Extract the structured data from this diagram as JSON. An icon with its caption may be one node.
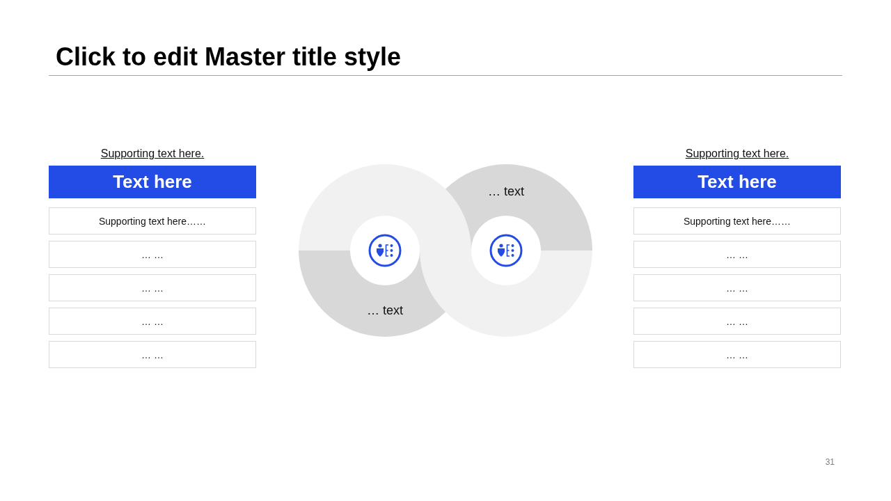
{
  "diagram": {
    "title": "Click to edit Master title style",
    "nodes": [
      {
        "text": [
          "Text here"
        ],
        "beside": [
          "Supporting text here."
        ]
      },
      {
        "text": [
          "Supporting text here……"
        ]
      },
      {
        "text": [
          "… …"
        ]
      },
      {
        "text": [
          "… …"
        ]
      },
      {
        "text": [
          "… …"
        ]
      },
      {
        "text": [
          "… …"
        ]
      },
      {
        "text": [
          "… text"
        ]
      },
      {
        "text": [
          "… text"
        ]
      },
      {
        "text": [
          "Text here"
        ],
        "beside": [
          "Supporting text here."
        ]
      },
      {
        "text": [
          "Supporting text here……"
        ]
      },
      {
        "text": [
          "… …"
        ]
      },
      {
        "text": [
          "… …"
        ]
      },
      {
        "text": [
          "… …"
        ]
      },
      {
        "text": [
          "… …"
        ]
      }
    ],
    "labels": [
      "31"
    ]
  }
}
